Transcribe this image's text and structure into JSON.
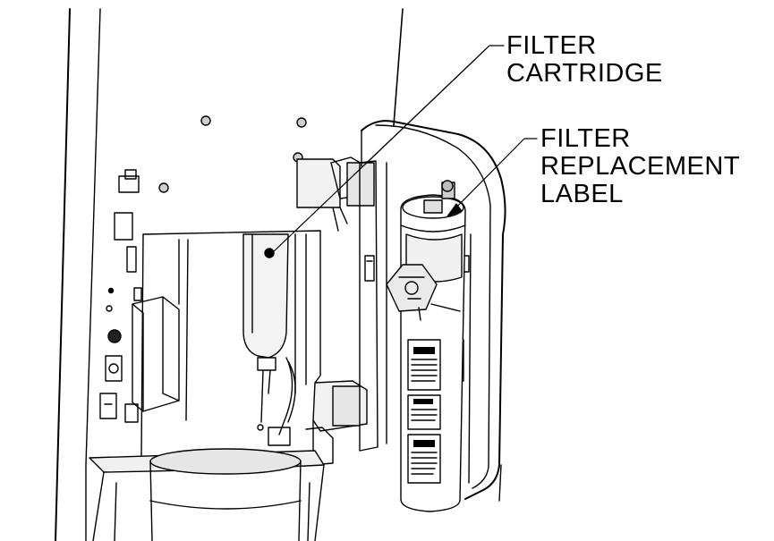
{
  "callouts": {
    "filter_cartridge": {
      "lines": [
        "FILTER",
        "CARTRIDGE"
      ]
    },
    "filter_replacement_label": {
      "lines": [
        "FILTER",
        "REPLACEMENT",
        "LABEL"
      ]
    }
  },
  "colors": {
    "line": "#000000",
    "background": "#ffffff",
    "shade_light": "#e6e6e6",
    "shade_mid": "#bdbdbd"
  }
}
